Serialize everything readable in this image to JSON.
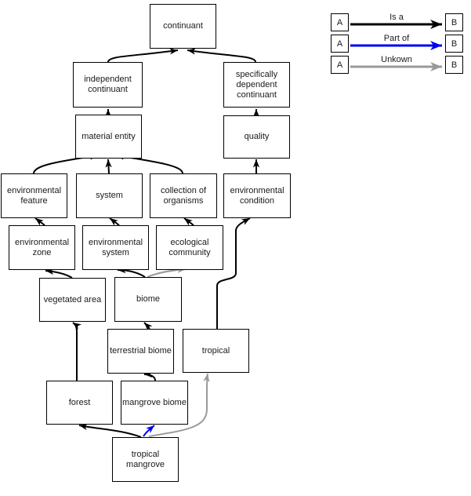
{
  "colors": {
    "is_a": "#000000",
    "part_of": "#0000ee",
    "unknown": "#999999",
    "node_border": "#000000",
    "node_background": "#ffffff",
    "text": "#1a1a1a",
    "page_background": "#ffffff"
  },
  "legend": {
    "rows": [
      {
        "from": "A",
        "to": "B",
        "label": "Is a",
        "type": "is_a"
      },
      {
        "from": "A",
        "to": "B",
        "label": "Part of",
        "type": "part_of"
      },
      {
        "from": "A",
        "to": "B",
        "label": "Unkown",
        "type": "unknown"
      }
    ]
  },
  "diagram": {
    "nodes": {
      "continuant": {
        "label": "continuant"
      },
      "independent_continuant": {
        "label": "independent\ncontinuant"
      },
      "specifically_dependent_continuant": {
        "label": "specifically\ndependent\ncontinuant"
      },
      "material_entity": {
        "label": "material entity"
      },
      "quality": {
        "label": "quality"
      },
      "environmental_feature": {
        "label": "environmental\nfeature"
      },
      "system": {
        "label": "system"
      },
      "collection_of_organisms": {
        "label": "collection of\norganisms"
      },
      "environmental_condition": {
        "label": "environmental\ncondition"
      },
      "environmental_zone": {
        "label": "environmental\nzone"
      },
      "environmental_system": {
        "label": "environmental\nsystem"
      },
      "ecological_community": {
        "label": "ecological\ncommunity"
      },
      "vegetated_area": {
        "label": "vegetated area"
      },
      "biome": {
        "label": "biome"
      },
      "terrestrial_biome": {
        "label": "terrestrial biome"
      },
      "tropical": {
        "label": "tropical"
      },
      "forest": {
        "label": "forest"
      },
      "mangrove_biome": {
        "label": "mangrove biome"
      },
      "tropical_mangrove": {
        "label": "tropical\nmangrove"
      }
    },
    "edges": [
      {
        "from": "independent continuant",
        "to": "continuant",
        "type": "is_a"
      },
      {
        "from": "specifically dependent continuant",
        "to": "continuant",
        "type": "is_a"
      },
      {
        "from": "material entity",
        "to": "independent continuant",
        "type": "is_a"
      },
      {
        "from": "quality",
        "to": "specifically dependent continuant",
        "type": "is_a"
      },
      {
        "from": "environmental feature",
        "to": "material entity",
        "type": "is_a"
      },
      {
        "from": "system",
        "to": "material entity",
        "type": "is_a"
      },
      {
        "from": "collection of organisms",
        "to": "material entity",
        "type": "is_a"
      },
      {
        "from": "environmental condition",
        "to": "quality",
        "type": "is_a"
      },
      {
        "from": "environmental zone",
        "to": "environmental feature",
        "type": "is_a"
      },
      {
        "from": "environmental system",
        "to": "system",
        "type": "is_a"
      },
      {
        "from": "ecological community",
        "to": "collection of organisms",
        "type": "is_a"
      },
      {
        "from": "vegetated area",
        "to": "environmental zone",
        "type": "is_a"
      },
      {
        "from": "biome",
        "to": "environmental system",
        "type": "is_a"
      },
      {
        "from": "biome",
        "to": "ecological community",
        "type": "unknown"
      },
      {
        "from": "terrestrial biome",
        "to": "biome",
        "type": "is_a"
      },
      {
        "from": "tropical",
        "to": "environmental condition",
        "type": "is_a"
      },
      {
        "from": "forest",
        "to": "vegetated area",
        "type": "is_a"
      },
      {
        "from": "mangrove biome",
        "to": "terrestrial biome",
        "type": "is_a"
      },
      {
        "from": "tropical mangrove",
        "to": "forest",
        "type": "is_a"
      },
      {
        "from": "tropical mangrove",
        "to": "mangrove biome",
        "type": "part_of"
      },
      {
        "from": "tropical mangrove",
        "to": "tropical",
        "type": "unknown"
      }
    ]
  }
}
